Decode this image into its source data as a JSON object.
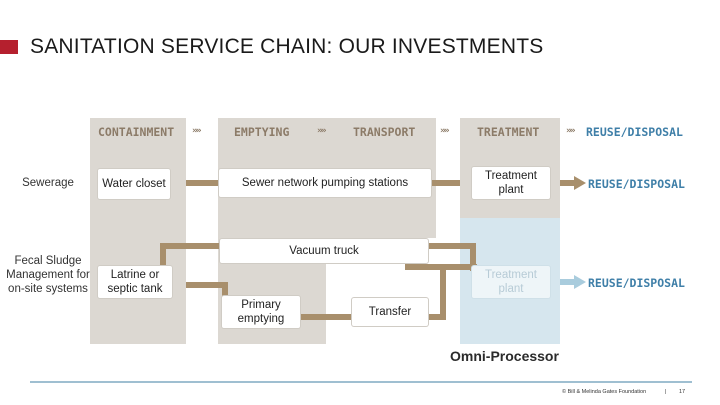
{
  "title": "SANITATION SERVICE CHAIN: OUR INVESTMENTS",
  "stages": {
    "containment": "CONTAINMENT",
    "emptying": "EMPTYING",
    "transport": "TRANSPORT",
    "treatment": "TREATMENT",
    "reuse_disposal": "REUSE/DISPOSAL"
  },
  "chevron": "»»",
  "rows": {
    "sewerage": "Sewerage",
    "fecal_sludge": "Fecal Sludge Management for on-site systems"
  },
  "boxes": {
    "water_closet": "Water closet",
    "sewer_network": "Sewer network pumping stations",
    "treatment_plant": "Treatment plant",
    "vacuum_truck": "Vacuum truck",
    "latrine": "Latrine or septic tank",
    "treatment_plant_faded": "Treatment plant",
    "primary_emptying": "Primary emptying",
    "transfer": "Transfer"
  },
  "reuse_labels": {
    "sewerage": "REUSE/DISPOSAL",
    "fecal_sludge": "REUSE/DISPOSAL"
  },
  "omni_processor": "Omni-Processor",
  "footer": {
    "copyright": "© Bill & Melinda Gates Foundation",
    "separator": "|",
    "page_number": "17"
  },
  "colors": {
    "title_marker": "#b5202e",
    "column_bg": "#dcd8d2",
    "treatment_bg": "#d6e6ee",
    "pipe": "#a88f6c",
    "pipe_blue": "#a9ccdd",
    "stage_text": "#8c7b68",
    "reuse_text": "#3f7fa8"
  }
}
